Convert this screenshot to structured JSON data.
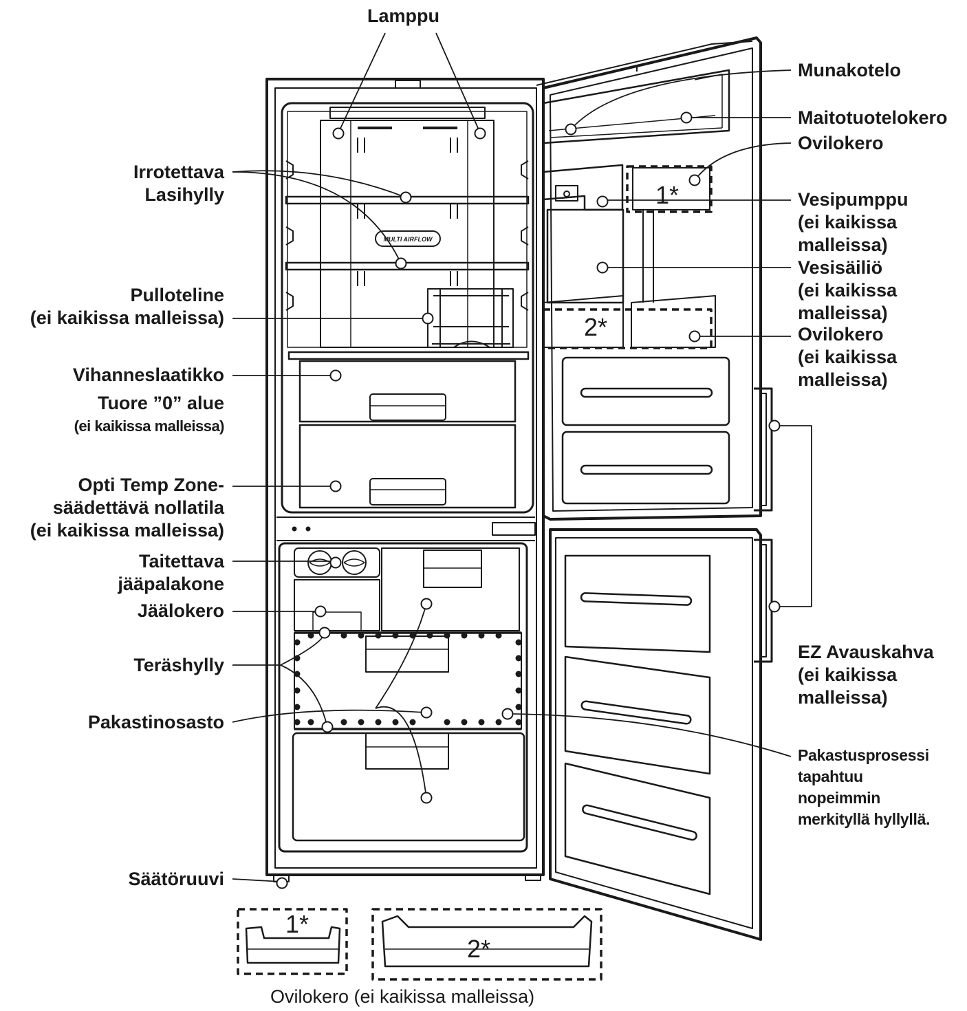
{
  "labels": {
    "lamp": "Lamppu",
    "egg_box": "Munakotelo",
    "dairy": "Maitotuotelokero",
    "door_bin_top": "Ovilokero",
    "glass_shelf": [
      "Irrotettava",
      "Lasihylly"
    ],
    "water_pump": [
      "Vesipumppu",
      "(ei kaikissa",
      "malleissa)"
    ],
    "water_tank": [
      "Vesisäiliö",
      "(ei kaikissa",
      "malleissa)"
    ],
    "door_bin_mid": [
      "Ovilokero",
      "(ei kaikissa",
      "malleissa)"
    ],
    "bottle_rack": [
      "Pulloteline",
      "(ei kaikissa malleissa)"
    ],
    "vegetable_box": "Vihanneslaatikko",
    "fresh_zone": "Tuore ”0” alue",
    "fresh_zone_note": "(ei kaikissa malleissa)",
    "opti_temp": [
      "Opti Temp Zone-",
      "säädettävä nollatila",
      "(ei kaikissa malleissa)"
    ],
    "ice_maker": [
      "Taitettava",
      "jääpalakone"
    ],
    "ice_box": "Jäälokero",
    "steel_shelf": "Teräshylly",
    "freezer": "Pakastinosasto",
    "handle": [
      "EZ Avauskahva",
      "(ei kaikissa",
      "malleissa)"
    ],
    "freeze_note": [
      "Pakastusprosessi",
      "tapahtuu",
      "nopeimmin",
      "merkityllä hyllyllä."
    ],
    "leveler": "Säätöruuvi",
    "shelf_text": "MULTI AIRFLOW",
    "bin1_mark": "1*",
    "bin2_mark": "2*",
    "caption": "Ovilokero (ei kaikissa malleissa)"
  },
  "colors": {
    "ink": "#1a1a1a",
    "panel": "#ffffff"
  }
}
